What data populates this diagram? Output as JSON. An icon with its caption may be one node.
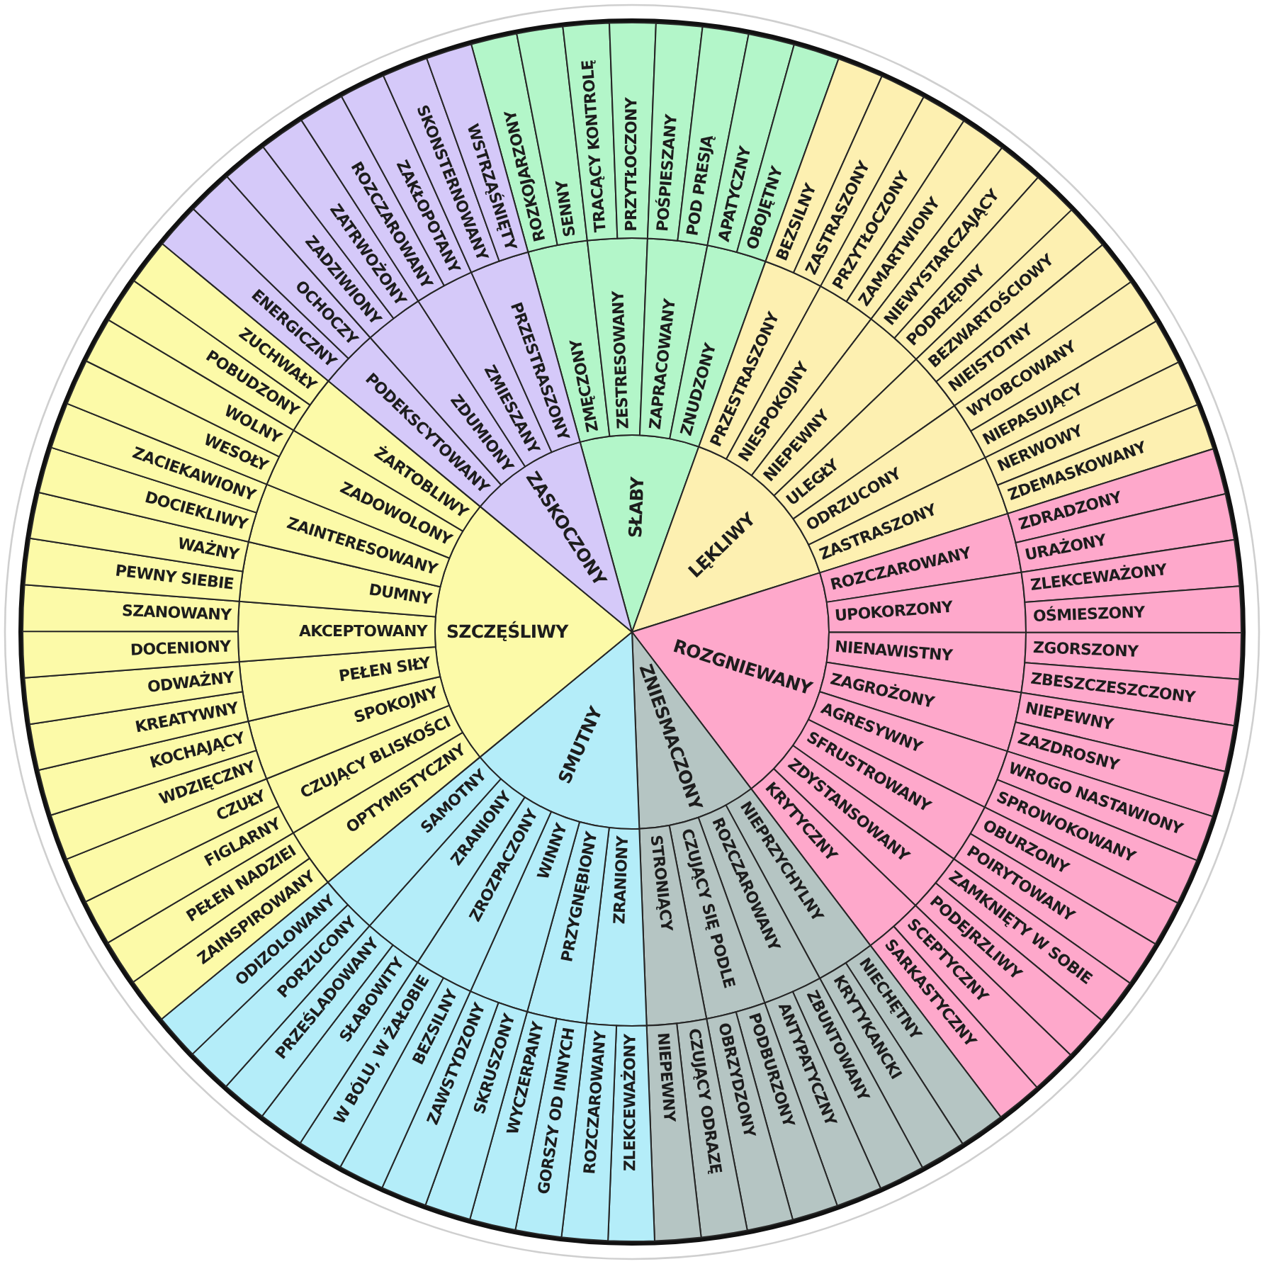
{
  "diagram": {
    "nodes": [
      {
        "text": [
          "SŁABY"
        ]
      },
      {
        "text": [
          "ZMĘCZONY"
        ]
      },
      {
        "text": [
          "ROZKOJARZONY"
        ]
      },
      {
        "text": [
          "SENNY"
        ]
      },
      {
        "text": [
          "ZESTRESOWANY"
        ]
      },
      {
        "text": [
          "TRACĄCY KONTROLĘ"
        ]
      },
      {
        "text": [
          "PRZYTŁOCZONY"
        ]
      },
      {
        "text": [
          "ZAPRACOWANY"
        ]
      },
      {
        "text": [
          "POŚPIESZANY"
        ]
      },
      {
        "text": [
          "POD PRESJĄ"
        ]
      },
      {
        "text": [
          "ZNUDZONY"
        ]
      },
      {
        "text": [
          "APATYCZNY"
        ]
      },
      {
        "text": [
          "OBOJĘTNY"
        ]
      },
      {
        "text": [
          "LĘKLIWY"
        ]
      },
      {
        "text": [
          "PRZESTRASZONY"
        ]
      },
      {
        "text": [
          "BEZSILNY"
        ]
      },
      {
        "text": [
          "ZASTRASZONY"
        ]
      },
      {
        "text": [
          "NIESPOKOJNY"
        ]
      },
      {
        "text": [
          "PRZYTŁOCZONY"
        ]
      },
      {
        "text": [
          "ZAMARTWIONY"
        ]
      },
      {
        "text": [
          "NIEPEWNY"
        ]
      },
      {
        "text": [
          "NIEWYSTARCZAJĄCY"
        ]
      },
      {
        "text": [
          "PODRZĘDNY"
        ]
      },
      {
        "text": [
          "ULEGŁY"
        ]
      },
      {
        "text": [
          "BEZWARTOŚCIOWY"
        ]
      },
      {
        "text": [
          "NIEISTOTNY"
        ]
      },
      {
        "text": [
          "ODRZUCONY"
        ]
      },
      {
        "text": [
          "WYOBCOWANY"
        ]
      },
      {
        "text": [
          "NIEPASUJĄCY"
        ]
      },
      {
        "text": [
          "ZASTRASZONY"
        ]
      },
      {
        "text": [
          "NERWOWY"
        ]
      },
      {
        "text": [
          "ZDEMASKOWANY"
        ]
      },
      {
        "text": [
          "ROZGNIEWANY"
        ]
      },
      {
        "text": [
          "ROZCZAROWANY"
        ]
      },
      {
        "text": [
          "ZDRADZONY"
        ]
      },
      {
        "text": [
          "URAŻONY"
        ]
      },
      {
        "text": [
          "UPOKORZONY"
        ]
      },
      {
        "text": [
          "ZLEKCEWAŻONY"
        ]
      },
      {
        "text": [
          "OŚMIESZONY"
        ]
      },
      {
        "text": [
          "NIENAWISTNY"
        ]
      },
      {
        "text": [
          "ZGORSZONY"
        ]
      },
      {
        "text": [
          "ZBESZCZESZCZONY"
        ]
      },
      {
        "text": [
          "ZAGROŻONY"
        ]
      },
      {
        "text": [
          "NIEPEWNY"
        ]
      },
      {
        "text": [
          "ZAZDROSNY"
        ]
      },
      {
        "text": [
          "AGRESYWNY"
        ]
      },
      {
        "text": [
          "WROGO NASTAWIONY"
        ]
      },
      {
        "text": [
          "SPROWOKOWANY"
        ]
      },
      {
        "text": [
          "SFRUSTROWANY"
        ]
      },
      {
        "text": [
          "OBURZONY"
        ]
      },
      {
        "text": [
          "POIRYTOWANY"
        ]
      },
      {
        "text": [
          "ZDYSTANSOWANY"
        ]
      },
      {
        "text": [
          "ZAMKNIĘTY W SOBIE"
        ]
      },
      {
        "text": [
          "PODEJRZLIWY"
        ]
      },
      {
        "text": [
          "KRYTYCZNY"
        ]
      },
      {
        "text": [
          "SCEPTYCZNY"
        ]
      },
      {
        "text": [
          "SARKASTYCZNY"
        ]
      },
      {
        "text": [
          "ZNIESMACZONY"
        ]
      },
      {
        "text": [
          "NIEPRZYCHYLNY"
        ]
      },
      {
        "text": [
          "NIECHĘTNY"
        ]
      },
      {
        "text": [
          "KRYTYKANCKI"
        ]
      },
      {
        "text": [
          "ROZCZAROWANY"
        ]
      },
      {
        "text": [
          "ZBUNTOWANY"
        ]
      },
      {
        "text": [
          "ANTYPATYCZNY"
        ]
      },
      {
        "text": [
          "CZUJĄCY SIĘ PODLE"
        ]
      },
      {
        "text": [
          "PODBURZONY"
        ]
      },
      {
        "text": [
          "OBRZYDZONY"
        ]
      },
      {
        "text": [
          "STRONIĄCY"
        ]
      },
      {
        "text": [
          "CZUJĄCY ODRAZĘ"
        ]
      },
      {
        "text": [
          "NIEPEWNY"
        ]
      },
      {
        "text": [
          "SMUTNY"
        ]
      },
      {
        "text": [
          "ZRANIONY"
        ]
      },
      {
        "text": [
          "ZLEKCEWAŻONY"
        ]
      },
      {
        "text": [
          "ROZCZAROWANY"
        ]
      },
      {
        "text": [
          "PRZYGNĘBIONY"
        ]
      },
      {
        "text": [
          "GORSZY OD INNYCH"
        ]
      },
      {
        "text": [
          "WYCZERPANY"
        ]
      },
      {
        "text": [
          "WINNY"
        ]
      },
      {
        "text": [
          "SKRUSZONY"
        ]
      },
      {
        "text": [
          "ZAWSTYDZONY"
        ]
      },
      {
        "text": [
          "ZROZPACZONY"
        ]
      },
      {
        "text": [
          "BEZSILNY"
        ]
      },
      {
        "text": [
          "W BÓLU, W ŻAŁOBIE"
        ]
      },
      {
        "text": [
          "ZRANIONY"
        ]
      },
      {
        "text": [
          "SŁABOWITY"
        ]
      },
      {
        "text": [
          "PRZEŚLADOWANY"
        ]
      },
      {
        "text": [
          "SAMOTNY"
        ]
      },
      {
        "text": [
          "PORZUCONY"
        ]
      },
      {
        "text": [
          "ODIZOLOWANY"
        ]
      },
      {
        "text": [
          "SZCZĘŚLIWY"
        ]
      },
      {
        "text": [
          "OPTYMISTYCZNY"
        ]
      },
      {
        "text": [
          "ZAINSPIROWANY"
        ]
      },
      {
        "text": [
          "PEŁEN NADZIEI"
        ]
      },
      {
        "text": [
          "CZUJĄCY BLISKOŚCI"
        ]
      },
      {
        "text": [
          "FIGLARNY"
        ]
      },
      {
        "text": [
          "CZUŁY"
        ]
      },
      {
        "text": [
          "SPOKOJNY"
        ]
      },
      {
        "text": [
          "WDZIĘCZNY"
        ]
      },
      {
        "text": [
          "KOCHAJĄCY"
        ]
      },
      {
        "text": [
          "PEŁEN SIŁY"
        ]
      },
      {
        "text": [
          "KREATYWNY"
        ]
      },
      {
        "text": [
          "ODWAŻNY"
        ]
      },
      {
        "text": [
          "AKCEPTOWANY"
        ]
      },
      {
        "text": [
          "DOCENIONY"
        ]
      },
      {
        "text": [
          "SZANOWANY"
        ]
      },
      {
        "text": [
          "DUMNY"
        ]
      },
      {
        "text": [
          "PEWNY SIEBIE"
        ]
      },
      {
        "text": [
          "WAŻNY"
        ]
      },
      {
        "text": [
          "ZAINTERESOWANY"
        ]
      },
      {
        "text": [
          "DOCIEKLIWY"
        ]
      },
      {
        "text": [
          "ZACIEKAWIONY"
        ]
      },
      {
        "text": [
          "ZADOWOLONY"
        ]
      },
      {
        "text": [
          "WESOŁY"
        ]
      },
      {
        "text": [
          "WOLNY"
        ]
      },
      {
        "text": [
          "ŻARTOBLIWY"
        ]
      },
      {
        "text": [
          "POBUDZONY"
        ]
      },
      {
        "text": [
          "ZUCHWAŁY"
        ]
      },
      {
        "text": [
          "ZASKOCZONY"
        ]
      },
      {
        "text": [
          "PODEKSCYTOWANY"
        ]
      },
      {
        "text": [
          "ENERGICZNY"
        ]
      },
      {
        "text": [
          "OCHOCZY"
        ]
      },
      {
        "text": [
          "ZDUMIONY"
        ]
      },
      {
        "text": [
          "ZADZIWIONY"
        ]
      },
      {
        "text": [
          "ZATRWOŻONY"
        ]
      },
      {
        "text": [
          "ZMIESZANY"
        ]
      },
      {
        "text": [
          "ROZCZAROWANY"
        ]
      },
      {
        "text": [
          "ZAKŁOPOTANY"
        ]
      },
      {
        "text": [
          "PRZESTRASZONY"
        ]
      },
      {
        "text": [
          "SKONSTERNOWANY"
        ]
      },
      {
        "text": [
          "WSTRZĄŚNIĘTY"
        ]
      }
    ]
  }
}
